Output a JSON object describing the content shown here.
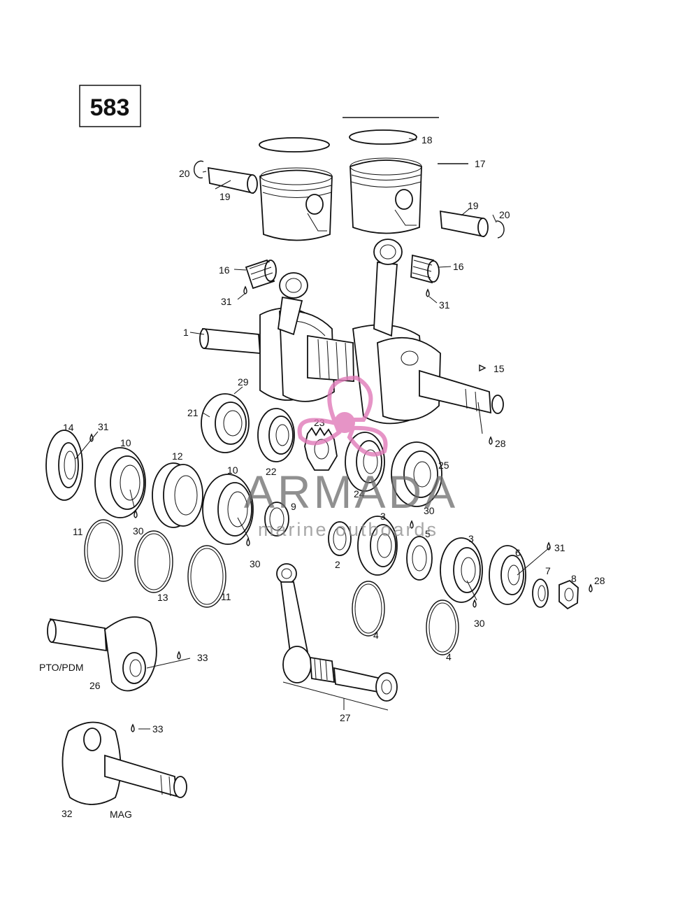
{
  "diagram": {
    "page_number": "583",
    "labels": {
      "p1": "1",
      "p2": "2",
      "p3a": "3",
      "p3b": "3",
      "p4a": "4",
      "p4b": "4",
      "p5": "5",
      "p6": "6",
      "p7": "7",
      "p8": "8",
      "p9": "9",
      "p10a": "10",
      "p10b": "10",
      "p11a": "11",
      "p11b": "11",
      "p12": "12",
      "p13": "13",
      "p14": "14",
      "p15": "15",
      "p16a": "16",
      "p16b": "16",
      "p17": "17",
      "p18": "18",
      "p19a": "19",
      "p19b": "19",
      "p20a": "20",
      "p20b": "20",
      "p21": "21",
      "p22": "22",
      "p23": "23",
      "p24": "24",
      "p25": "25",
      "p26": "26",
      "p27": "27",
      "p28a": "28",
      "p28b": "28",
      "p29": "29",
      "p30a": "30",
      "p30b": "30",
      "p30c": "30",
      "p30d": "30",
      "p31a": "31",
      "p31b": "31",
      "p31c": "31",
      "p31d": "31",
      "p32": "32",
      "p33a": "33",
      "p33b": "33",
      "pto": "PTO/PDM",
      "mag": "MAG"
    }
  },
  "watermark": {
    "title": "ARMADA",
    "subtitle": "marine outboards",
    "accent_color": "#e07ab8"
  }
}
